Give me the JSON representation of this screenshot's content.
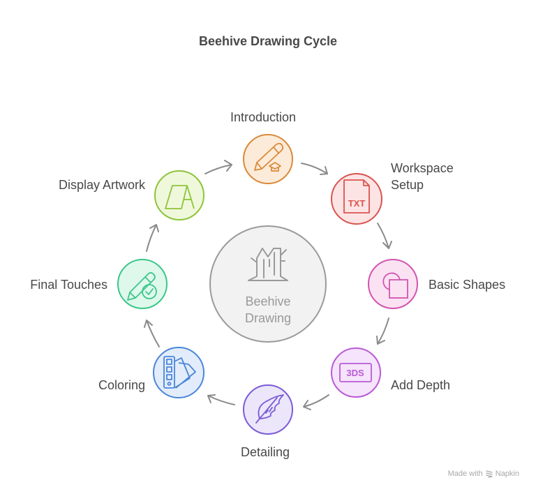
{
  "title": "Beehive Drawing Cycle",
  "center": {
    "label_line1": "Beehive",
    "label_line2": "Drawing",
    "icon": "tree-stump-icon",
    "fill": "#f2f2f2",
    "stroke": "#9a9a9a"
  },
  "steps": [
    {
      "label": "Introduction",
      "icon": "pencil-graduation-cap-icon",
      "fill": "#fdebd9",
      "stroke": "#d98a3a"
    },
    {
      "label_line1": "Workspace",
      "label_line2": "Setup",
      "icon": "txt-file-icon",
      "fill": "#fde4e4",
      "stroke": "#d9534f"
    },
    {
      "label": "Basic Shapes",
      "icon": "circle-square-shapes-icon",
      "fill": "#fbe2f3",
      "stroke": "#d155b0"
    },
    {
      "label": "Add Depth",
      "icon": "3ds-box-icon",
      "fill": "#f5e4fb",
      "stroke": "#b95ad6"
    },
    {
      "label": "Detailing",
      "icon": "quill-feather-icon",
      "fill": "#ece6fb",
      "stroke": "#7b5cd6"
    },
    {
      "label": "Coloring",
      "icon": "color-swatch-icon",
      "fill": "#e3ecfb",
      "stroke": "#4a86d9"
    },
    {
      "label": "Final Touches",
      "icon": "pencil-check-icon",
      "fill": "#dff8ec",
      "stroke": "#3cc78a"
    },
    {
      "label": "Display Artwork",
      "icon": "canvas-easel-icon",
      "fill": "#f0f8dc",
      "stroke": "#8dc43a"
    }
  ],
  "arrow_color": "#8a8a8a",
  "watermark": {
    "prefix": "Made with",
    "brand": "Napkin"
  }
}
